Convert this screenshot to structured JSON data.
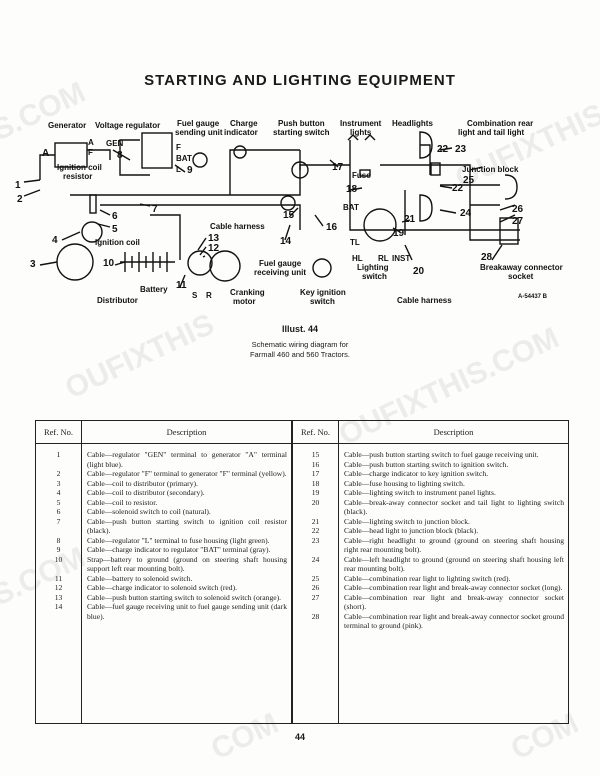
{
  "title": "STARTING AND LIGHTING EQUIPMENT",
  "diagram": {
    "labels": {
      "generator": "Generator",
      "voltage_regulator": "Voltage regulator",
      "fuel_gauge_sending": "Fuel gauge\nsending unit",
      "charge_indicator": "Charge\nindicator",
      "push_button": "Push button\nstarting switch",
      "instrument_lights": "Instrument\nlights",
      "headlights": "Headlights",
      "combination_rear": "Combination rear\nlight and tail light",
      "gen": "GEN",
      "f": "F",
      "bat": "BAT",
      "l": "L",
      "a": "A",
      "ignition_coil_resistor": "Ignition coil\nresistor",
      "fuse": "Fuse",
      "junction_block": "Junction block",
      "cable_harness": "Cable harness",
      "ignition_coil": "Ignition coil",
      "battery": "Battery",
      "distributor": "Distributor",
      "cranking_motor": "Cranking\nmotor",
      "fuel_gauge_receiving": "Fuel gauge\nreceiving unit",
      "key_ignition": "Key ignition\nswitch",
      "hl": "HL",
      "rl": "RL",
      "inst": "INST",
      "tl": "TL",
      "lighting_switch": "Lighting\nswitch",
      "cable_harness_2": "Cable harness",
      "breakaway": "Breakaway connector\nsocket",
      "s": "S",
      "r": "R",
      "ref_code": "A-54437 B"
    },
    "numbers": [
      "1",
      "2",
      "3",
      "4",
      "5",
      "6",
      "7",
      "8",
      "9",
      "10",
      "11",
      "12",
      "13",
      "14",
      "15",
      "16",
      "17",
      "18",
      "19",
      "20",
      "21",
      "22",
      "22",
      "23",
      "24",
      "25",
      "26",
      "27",
      "28"
    ]
  },
  "caption": {
    "illust": "Illust. 44",
    "line1": "Schematic wiring diagram for",
    "line2": "Farmall 460 and 560 Tractors."
  },
  "table": {
    "header_ref": "Ref. No.",
    "header_desc": "Description",
    "left_rows": [
      {
        "n": "1",
        "t": "Cable—regulator \"GEN\" terminal to generator \"A\" terminal (light blue)."
      },
      {
        "n": "2",
        "t": "Cable—regulator \"F\" terminal to generator \"F\" terminal (yellow)."
      },
      {
        "n": "3",
        "t": "Cable—coil to distributor (primary)."
      },
      {
        "n": "4",
        "t": "Cable—coil to distributor (secondary)."
      },
      {
        "n": "5",
        "t": "Cable—coil to resistor."
      },
      {
        "n": "6",
        "t": "Cable—solenoid switch to coil (natural)."
      },
      {
        "n": "7",
        "t": "Cable—push button starting switch to ignition coil resistor (black)."
      },
      {
        "n": "8",
        "t": "Cable—regulator \"L\" terminal to fuse housing (light green)."
      },
      {
        "n": "9",
        "t": "Cable—charge indicator to regulator \"BAT\" terminal (gray)."
      },
      {
        "n": "10",
        "t": "Strap—battery to ground (ground on steering shaft housing support left rear mounting bolt)."
      },
      {
        "n": "11",
        "t": "Cable—battery to solenoid switch."
      },
      {
        "n": "12",
        "t": "Cable—charge indicator to solenoid switch (red)."
      },
      {
        "n": "13",
        "t": "Cable—push button starting switch to solenoid switch (orange)."
      },
      {
        "n": "14",
        "t": "Cable—fuel gauge receiving unit to fuel gauge sending unit (dark blue)."
      }
    ],
    "right_rows": [
      {
        "n": "15",
        "t": "Cable—push button starting switch to fuel gauge receiving unit."
      },
      {
        "n": "16",
        "t": "Cable—push button starting switch to ignition switch."
      },
      {
        "n": "17",
        "t": "Cable—charge indicator to key ignition switch."
      },
      {
        "n": "18",
        "t": "Cable—fuse housing to lighting switch."
      },
      {
        "n": "19",
        "t": "Cable—lighting switch to instrument panel lights."
      },
      {
        "n": "20",
        "t": "Cable—break-away connector socket and tail light to lighting switch (black)."
      },
      {
        "n": "21",
        "t": "Cable—lighting switch to junction block."
      },
      {
        "n": "22",
        "t": "Cable—head light to junction block (black)."
      },
      {
        "n": "23",
        "t": "Cable—right headlight to ground (ground on steering shaft housing right rear mounting bolt)."
      },
      {
        "n": "24",
        "t": "Cable—left headlight to ground (ground on steering shaft housing left rear mounting bolt)."
      },
      {
        "n": "25",
        "t": "Cable—combination rear light to lighting switch (red)."
      },
      {
        "n": "26",
        "t": "Cable—combination rear light and break-away connector socket (long)."
      },
      {
        "n": "27",
        "t": "Cable—combination rear light and break-away connector socket (short)."
      },
      {
        "n": "28",
        "t": "Cable—combination rear light and break-away connector socket ground terminal to ground (pink)."
      }
    ]
  },
  "page_number": "44",
  "watermarks": [
    "S.COM",
    "OUFIXTHIS",
    "OUFIXTHIS",
    "OUFIXTHIS.COM",
    "YOUFIXTHIS.COM",
    "S.COM",
    "XTHIS.COM",
    "COM",
    "COM"
  ]
}
